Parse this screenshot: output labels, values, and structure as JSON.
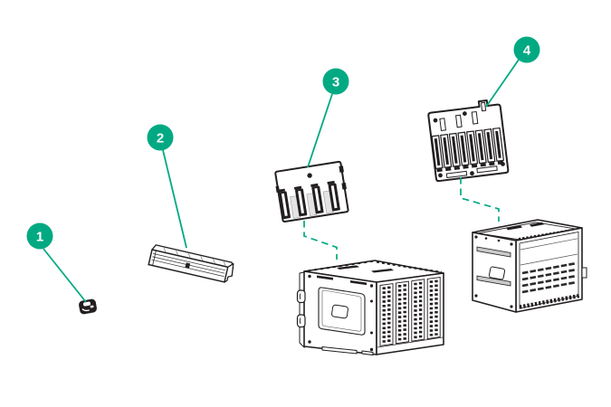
{
  "figure": {
    "type": "exploded-parts-diagram",
    "background": "#FFFFFF",
    "colors": {
      "accent": "#01A982",
      "ink": "#231F20",
      "paper": "#FFFFFF",
      "light_gray": "#E4E4E4"
    },
    "callouts": [
      {
        "label": "1",
        "part": "cage-nut-clip"
      },
      {
        "label": "2",
        "part": "blank-filler-panel"
      },
      {
        "label": "3",
        "part": "4-bay-drive-backplane"
      },
      {
        "label": "4",
        "part": "8-bay-drive-backplane"
      }
    ]
  }
}
